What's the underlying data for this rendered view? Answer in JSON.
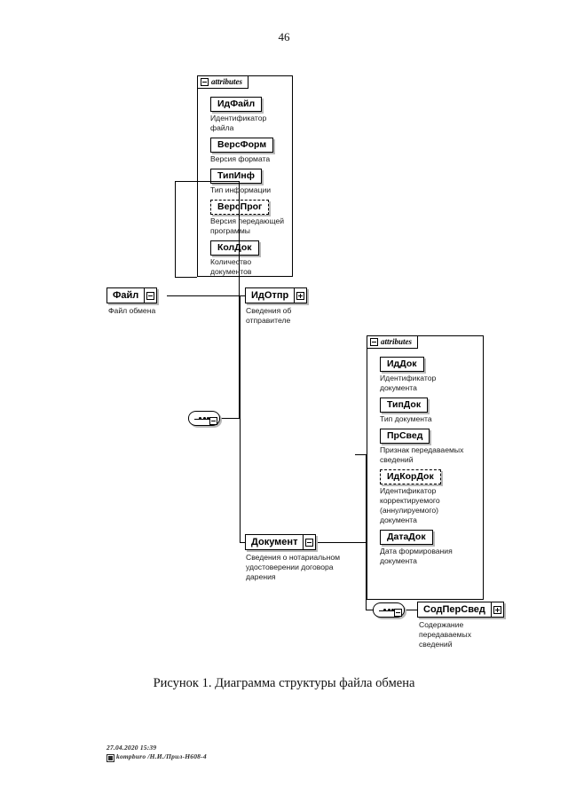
{
  "page": {
    "number": "46",
    "caption": "Рисунок 1. Диаграмма структуры файла обмена",
    "footer_line1": "27.04.2020 15:39",
    "footer_line2": "kompburo /Н.И./Прил-Н608-4"
  },
  "diagram": {
    "attributes_tab_label": "attributes",
    "root": {
      "name": "Файл",
      "description": "Файл обмена",
      "expander": "minus"
    },
    "file_attributes": [
      {
        "name": "ИдФайл",
        "description": "Идентификатор файла",
        "optional": false
      },
      {
        "name": "ВерсФорм",
        "description": "Версия формата",
        "optional": false
      },
      {
        "name": "ТипИнф",
        "description": "Тип информации",
        "optional": false
      },
      {
        "name": "ВерсПрог",
        "description": "Версия передающей программы",
        "optional": true
      },
      {
        "name": "КолДок",
        "description": "Количество документов",
        "optional": false
      }
    ],
    "sender": {
      "name": "ИдОтпр",
      "description": "Сведения об отправителе",
      "expander": "plus"
    },
    "document": {
      "name": "Документ",
      "description": "Сведения о нотариальном удостоверении договора дарения",
      "expander": "minus"
    },
    "document_attributes": [
      {
        "name": "ИдДок",
        "description": "Идентификатор документа",
        "optional": false
      },
      {
        "name": "ТипДок",
        "description": "Тип документа",
        "optional": false
      },
      {
        "name": "ПрСвед",
        "description": "Признак передаваемых сведений",
        "optional": false
      },
      {
        "name": "ИдКорДок",
        "description": "Идентификатор корректируемого (аннулируемого) документа",
        "optional": true
      },
      {
        "name": "ДатаДок",
        "description": "Дата формирования документа",
        "optional": false
      }
    ],
    "content": {
      "name": "СодПерСвед",
      "description": "Содержание передаваемых сведений",
      "expander": "plus"
    }
  }
}
